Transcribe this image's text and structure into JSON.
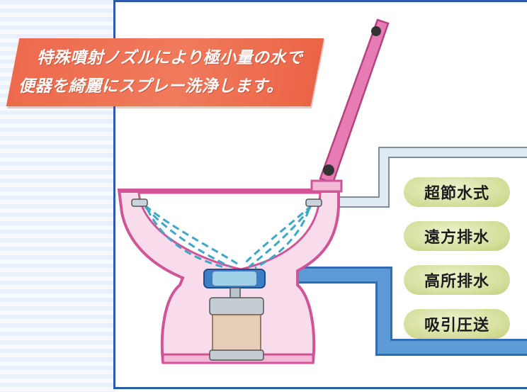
{
  "banner": {
    "line1": "特殊噴射ノズルにより極小量の水で",
    "line2": "便器を綺麗にスプレー洗浄します。"
  },
  "labels": [
    {
      "id": "super-water-saving",
      "text": "超節水式"
    },
    {
      "id": "long-distance-drain",
      "text": "遠方排水"
    },
    {
      "id": "high-position-drain",
      "text": "高所排水"
    },
    {
      "id": "suction-pressure-feed",
      "text": "吸引圧送"
    }
  ],
  "colors": {
    "banner": "#ef6e50",
    "toilet_outline": "#d0559a",
    "toilet_fill": "#f8d6e8",
    "drain_pipe": "#4f8ed0",
    "water_pipe": "#d7e6f2",
    "spray": "#4aa8c8",
    "pill": "#d5de9a",
    "frame": "#2b5aa8"
  }
}
